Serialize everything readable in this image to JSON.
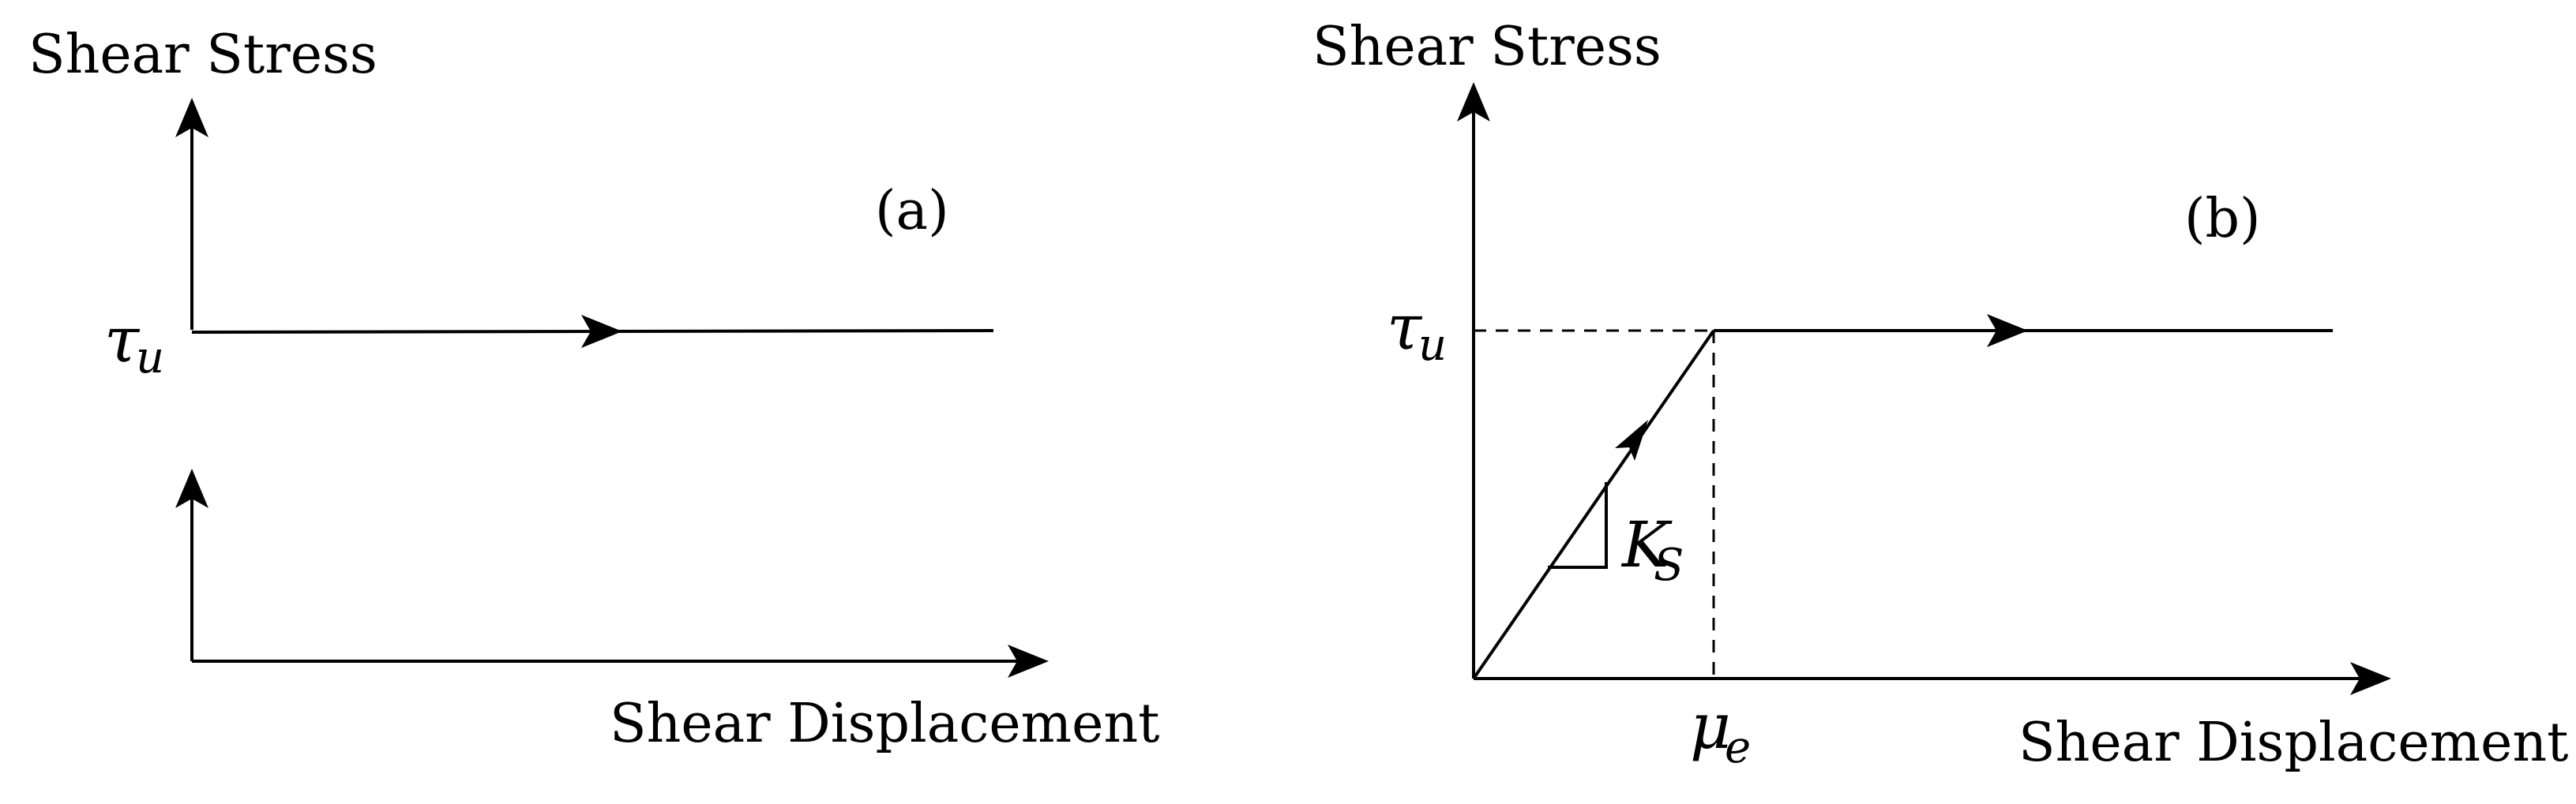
{
  "panel_a": {
    "y_axis_label": "Shear Stress",
    "x_axis_label": "Shear Displacement",
    "panel_tag": "(a)",
    "level_symbol": "τ",
    "level_subscript": "u"
  },
  "panel_b": {
    "y_axis_label": "Shear Stress",
    "x_axis_label": "Shear Displacement",
    "panel_tag": "(b)",
    "level_symbol": "τ",
    "level_subscript": "u",
    "slope_symbol": "K",
    "slope_subscript": "S",
    "disp_symbol": "μ",
    "disp_subscript": "e"
  }
}
